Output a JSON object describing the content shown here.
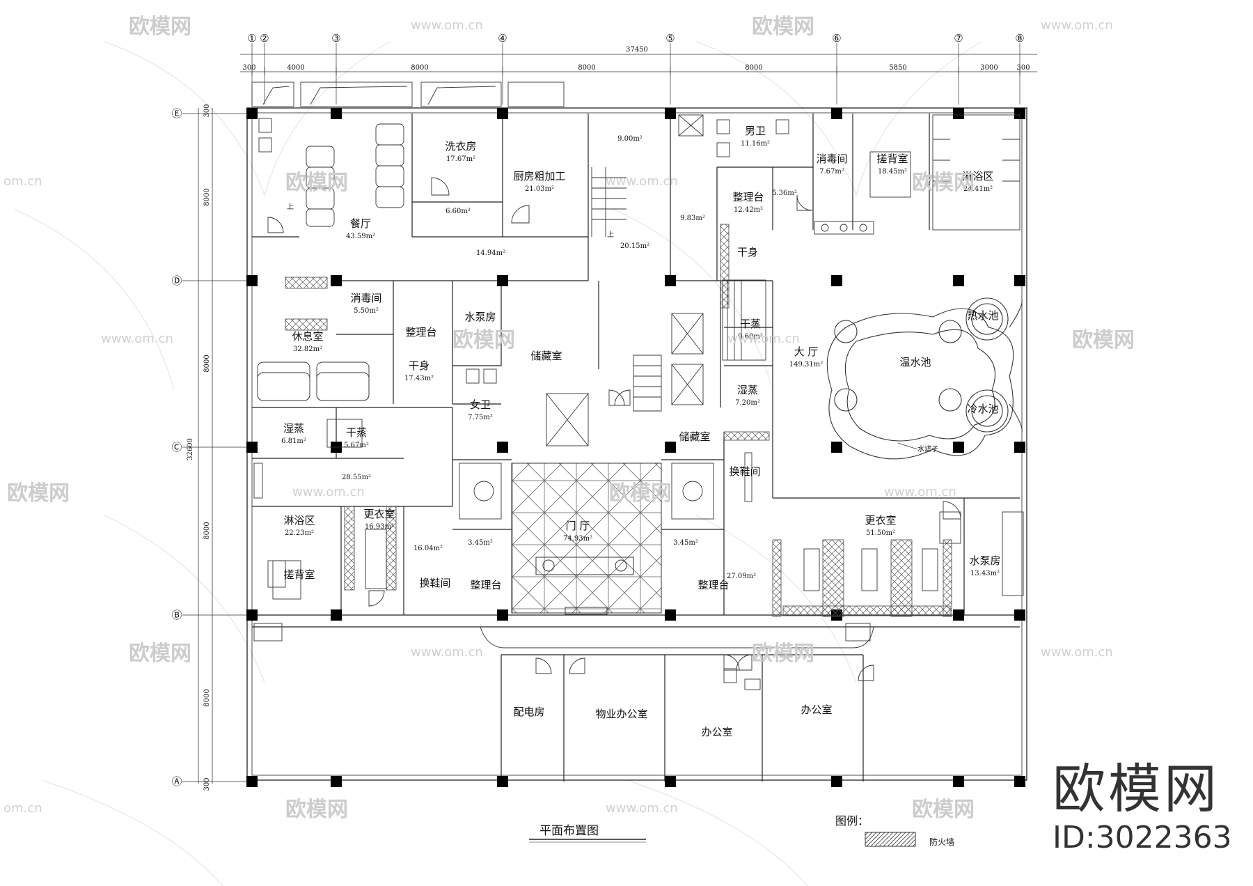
{
  "drawing": {
    "title": "平面布置图",
    "legend_label": "图例：",
    "legend_item": "防火墙"
  },
  "overall_dims": {
    "total_x": "37450",
    "total_y": "32600"
  },
  "axes_x": [
    "①",
    "②",
    "③",
    "④",
    "⑤",
    "⑥",
    "⑦",
    "⑧"
  ],
  "axes_y": [
    "Ⓔ",
    "Ⓓ",
    "Ⓒ",
    "Ⓑ",
    "Ⓐ"
  ],
  "dims_x": [
    "300",
    "4000",
    "8000",
    "8000",
    "8000",
    "5850",
    "3000",
    "300"
  ],
  "dims_y": [
    "300",
    "8000",
    "8000",
    "8000",
    "8000",
    "300"
  ],
  "rooms": [
    {
      "name": "洗衣房",
      "area": "17.67m²"
    },
    {
      "name": "厨房粗加工",
      "area": "21.03m²"
    },
    {
      "name": "",
      "area": "9.00m²"
    },
    {
      "name": "男卫",
      "area": "11.16m²"
    },
    {
      "name": "消毒间",
      "area": "7.67m²"
    },
    {
      "name": "搓背室",
      "area": "18.45m²"
    },
    {
      "name": "淋浴区",
      "area": "24.41m²"
    },
    {
      "name": "餐厅",
      "area": "43.59m²"
    },
    {
      "name": "",
      "area": "6.60m²"
    },
    {
      "name": "",
      "area": "14.94m²"
    },
    {
      "name": "",
      "area": "20.15m²"
    },
    {
      "name": "",
      "area": "9.83m²"
    },
    {
      "name": "整理台",
      "area": "12.42m²"
    },
    {
      "name": "",
      "area": "5.36m²"
    },
    {
      "name": "干身",
      "area": ""
    },
    {
      "name": "消毒间",
      "area": "5.50m²"
    },
    {
      "name": "水泵房",
      "area": ""
    },
    {
      "name": "休息室",
      "area": "32.82m²"
    },
    {
      "name": "整理台",
      "area": ""
    },
    {
      "name": "干身",
      "area": "17.43m²"
    },
    {
      "name": "储藏室",
      "area": ""
    },
    {
      "name": "干蒸",
      "area": "9.60m²"
    },
    {
      "name": "大 厅",
      "area": "149.31m²"
    },
    {
      "name": "温水池",
      "area": ""
    },
    {
      "name": "热水池",
      "area": ""
    },
    {
      "name": "冷水池",
      "area": ""
    },
    {
      "name": "湿蒸",
      "area": "7.20m²"
    },
    {
      "name": "女卫",
      "area": "7.75m²"
    },
    {
      "name": "湿蒸",
      "area": "6.81m²"
    },
    {
      "name": "干蒸",
      "area": "5.67m²"
    },
    {
      "name": "储藏室",
      "area": ""
    },
    {
      "name": "",
      "area": "28.55m²"
    },
    {
      "name": "换鞋间",
      "area": ""
    },
    {
      "name": "淋浴区",
      "area": "22.23m²"
    },
    {
      "name": "更衣室",
      "area": "16.93m²"
    },
    {
      "name": "",
      "area": "16.04m²"
    },
    {
      "name": "",
      "area": "3.45m²"
    },
    {
      "name": "门 厅",
      "area": "74.93m²"
    },
    {
      "name": "",
      "area": "3.45m²"
    },
    {
      "name": "更衣室",
      "area": "51.50m²"
    },
    {
      "name": "水泵房",
      "area": "13.43m²"
    },
    {
      "name": "搓背室",
      "area": ""
    },
    {
      "name": "换鞋间",
      "area": ""
    },
    {
      "name": "整理台",
      "area": ""
    },
    {
      "name": "整理台",
      "area": ""
    },
    {
      "name": "",
      "area": "27.09m²"
    },
    {
      "name": "配电房",
      "area": ""
    },
    {
      "name": "物业办公室",
      "area": ""
    },
    {
      "name": "办公室",
      "area": ""
    },
    {
      "name": "办公室",
      "area": ""
    }
  ],
  "annotations": {
    "water_filter": "水滤子",
    "stair_up_1": "上",
    "stair_up_2": "上"
  },
  "watermark": {
    "brand": "欧模网",
    "url": "www.om.cn",
    "url_short": "om.cn"
  },
  "branding": {
    "name": "欧模网",
    "id": "ID:3022363"
  }
}
